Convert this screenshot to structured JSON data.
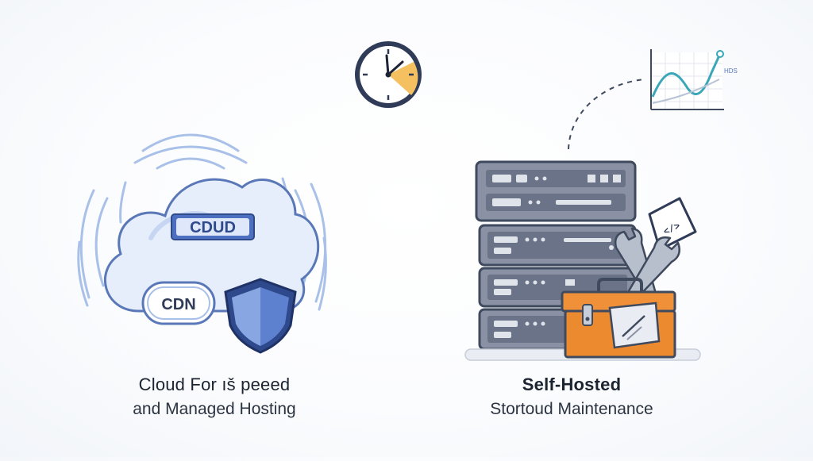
{
  "left_panel": {
    "cloud_badge": "CDUD",
    "cdn_label": "CDN",
    "caption_line1": "Cloud For ıš peeed",
    "caption_line2": "and Managed Hosting"
  },
  "right_panel": {
    "chart_tag": "HDS",
    "code_bubble": "</>",
    "caption_line1": "Self-Hosted",
    "caption_line2": "Stortoud Maintenance"
  },
  "colors": {
    "cloud_fill": "#e6eefb",
    "cloud_stroke": "#5a78b8",
    "shield_fill": "#6f8fd6",
    "server_fill": "#8d93a6",
    "toolbox_fill": "#f0913a",
    "clock_accent": "#f4b23c",
    "chart_line": "#3aa7b9"
  }
}
